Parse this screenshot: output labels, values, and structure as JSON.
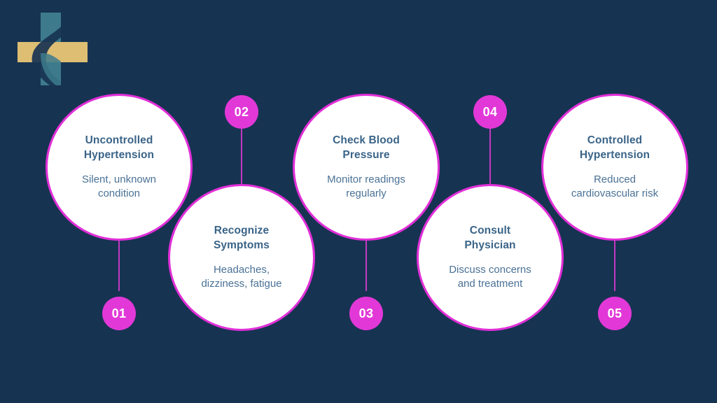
{
  "theme": {
    "background_color": "#173352",
    "circle_fill": "#ffffff",
    "circle_border_color": "#e12fd8",
    "badge_color": "#e238d8",
    "badge_text_color": "#ffffff",
    "title_text_color": "#3a6488",
    "body_text_color": "#4a7195",
    "connector_color": "#c438c0",
    "logo_teal": "#3d7b8c",
    "logo_gold": "#ddbe73"
  },
  "logo": {
    "name": "medical-cross-logo",
    "alt": "medical cross"
  },
  "steps": [
    {
      "number": "01",
      "title": "Uncontrolled\nHypertension",
      "description": "Silent, unknown\ncondition",
      "badge_position": "below",
      "row": "top"
    },
    {
      "number": "02",
      "title": "Recognize\nSymptoms",
      "description": "Headaches,\ndizziness, fatigue",
      "badge_position": "above",
      "row": "bottom"
    },
    {
      "number": "03",
      "title": "Check Blood\nPressure",
      "description": "Monitor readings\nregularly",
      "badge_position": "below",
      "row": "top"
    },
    {
      "number": "04",
      "title": "Consult\nPhysician",
      "description": "Discuss concerns\nand treatment",
      "badge_position": "above",
      "row": "bottom"
    },
    {
      "number": "05",
      "title": "Controlled\nHypertension",
      "description": "Reduced\ncardiovascular risk",
      "badge_position": "below",
      "row": "top"
    }
  ]
}
